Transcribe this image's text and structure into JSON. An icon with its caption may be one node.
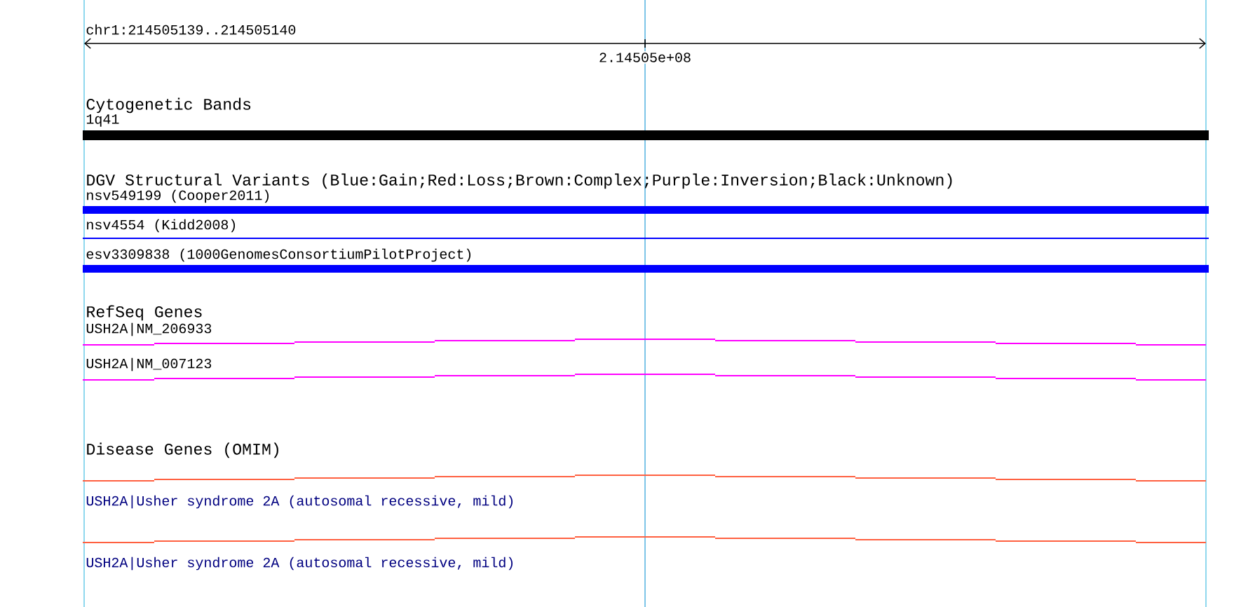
{
  "diagram": {
    "labels": [
      "chr1:214505139..214505140",
      "2.14505e+08",
      "Cytogenetic Bands",
      "1q41",
      "DGV Structural Variants (Blue:Gain;Red:Loss;Brown:Complex;Purple:Inversion;Black:Unknown)",
      "nsv549199 (Cooper2011)",
      "nsv4554 (Kidd2008)",
      "esv3309838 (1000GenomesConsortiumPilotProject)",
      "RefSeq Genes",
      "USH2A|NM_206933",
      "USH2A|NM_007123",
      "Disease Genes (OMIM)",
      "USH2A|Usher syndrome 2A (autosomal recessive, mild)",
      "USH2A|Usher syndrome 2A (autosomal recessive, mild)"
    ]
  }
}
